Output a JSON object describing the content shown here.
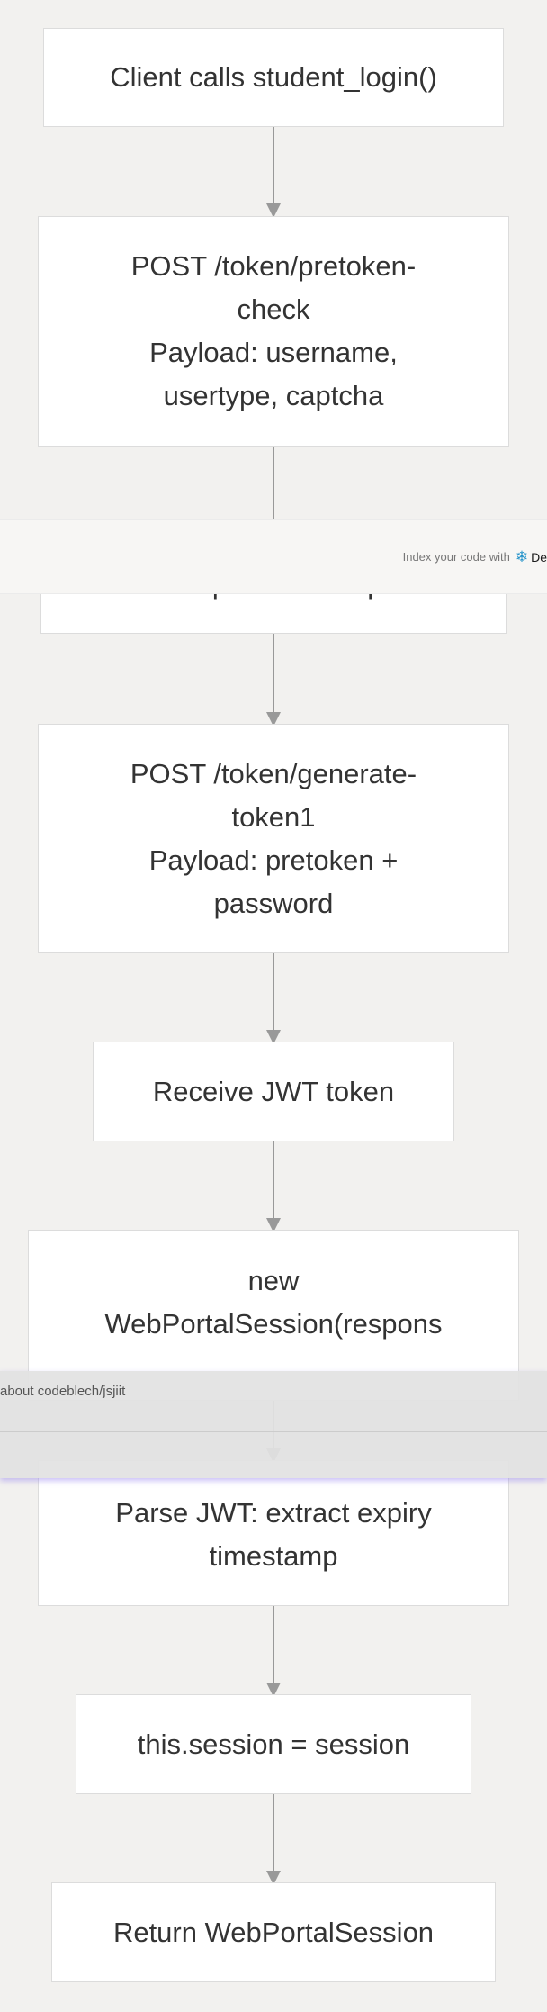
{
  "nodes": [
    {
      "id": "n1",
      "lines": [
        "Client calls student_login()"
      ]
    },
    {
      "id": "n2",
      "lines": [
        "POST /token/pretoken-",
        "check",
        "Payload: username,",
        "usertype, captcha"
      ]
    },
    {
      "id": "n3",
      "lines": [
        "Receive pretoken response"
      ]
    },
    {
      "id": "n4",
      "lines": [
        "POST /token/generate-",
        "token1",
        "Payload: pretoken +",
        "password"
      ]
    },
    {
      "id": "n5",
      "lines": [
        "Receive JWT token"
      ]
    },
    {
      "id": "n6",
      "lines": [
        "new",
        "WebPortalSession(respons"
      ]
    },
    {
      "id": "n7",
      "lines": [
        "Parse JWT: extract expiry",
        "timestamp"
      ]
    },
    {
      "id": "n8",
      "lines": [
        "this.session = session"
      ]
    },
    {
      "id": "n9",
      "lines": [
        "Return WebPortalSession"
      ]
    }
  ],
  "banner": {
    "text": "Index your code with",
    "logo_text": "De",
    "logo_icon": "snowflake-icon"
  },
  "overlay": {
    "text": "about codeblech/jsjiit"
  }
}
